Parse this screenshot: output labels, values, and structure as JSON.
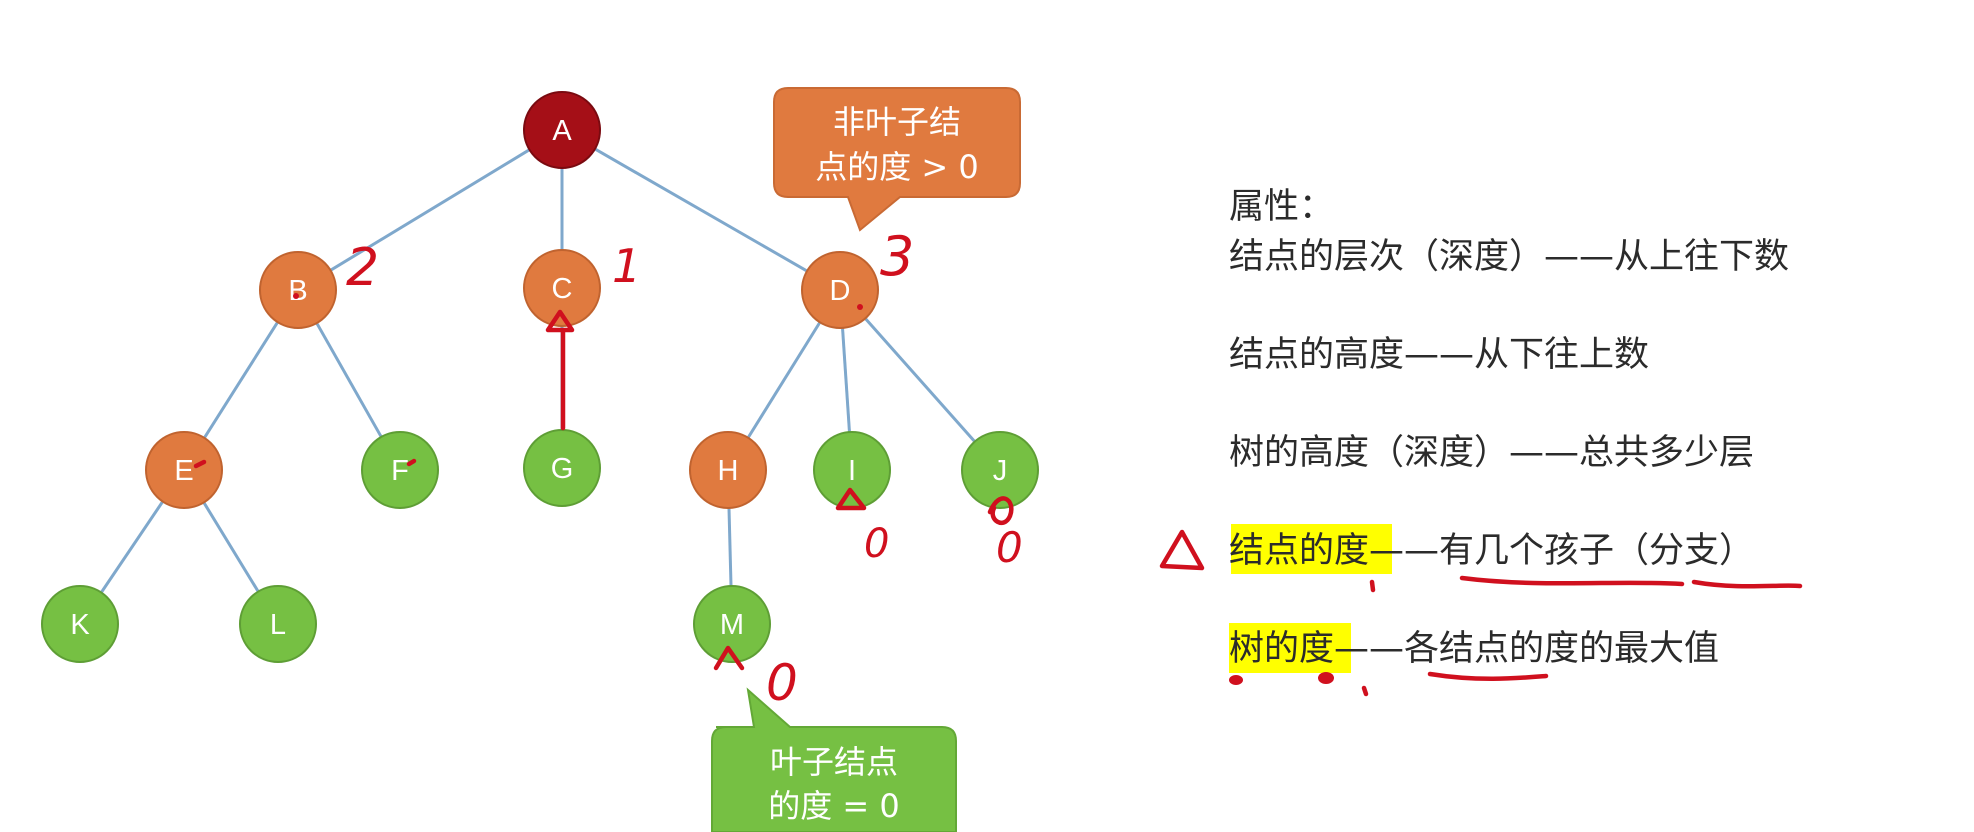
{
  "tree": {
    "nodes": [
      {
        "id": "A",
        "label": "A",
        "kind": "root"
      },
      {
        "id": "B",
        "label": "B",
        "kind": "internal"
      },
      {
        "id": "C",
        "label": "C",
        "kind": "internal"
      },
      {
        "id": "D",
        "label": "D",
        "kind": "internal"
      },
      {
        "id": "E",
        "label": "E",
        "kind": "internal"
      },
      {
        "id": "F",
        "label": "F",
        "kind": "leaf"
      },
      {
        "id": "G",
        "label": "G",
        "kind": "leaf"
      },
      {
        "id": "H",
        "label": "H",
        "kind": "internal"
      },
      {
        "id": "I",
        "label": "I",
        "kind": "leaf"
      },
      {
        "id": "J",
        "label": "J",
        "kind": "leaf"
      },
      {
        "id": "K",
        "label": "K",
        "kind": "leaf"
      },
      {
        "id": "L",
        "label": "L",
        "kind": "leaf"
      },
      {
        "id": "M",
        "label": "M",
        "kind": "leaf"
      }
    ],
    "edges": [
      [
        "A",
        "B"
      ],
      [
        "A",
        "C"
      ],
      [
        "A",
        "D"
      ],
      [
        "B",
        "E"
      ],
      [
        "B",
        "F"
      ],
      [
        "C",
        "G"
      ],
      [
        "D",
        "H"
      ],
      [
        "D",
        "I"
      ],
      [
        "D",
        "J"
      ],
      [
        "E",
        "K"
      ],
      [
        "E",
        "L"
      ],
      [
        "H",
        "M"
      ]
    ]
  },
  "callouts": {
    "nonleaf": {
      "line1": "非叶子结",
      "line2": "点的度 > 0"
    },
    "leaf": {
      "line1": "叶子结点",
      "line2": "的度 = 0"
    }
  },
  "properties": {
    "heading": "属性：",
    "items": [
      {
        "term": "结点的层次（深度）",
        "sep": "——",
        "desc": "从上往下数"
      },
      {
        "term": "结点的高度",
        "sep": "——",
        "desc": "从下往上数"
      },
      {
        "term": "树的高度（深度）",
        "sep": "——",
        "desc": "总共多少层"
      },
      {
        "term": "结点的度",
        "sep": "——",
        "desc": "有几个孩子（分支）"
      },
      {
        "term": "树的度",
        "sep": "——",
        "desc": "各结点的度的最大值"
      }
    ]
  },
  "annotations": {
    "degrees": [
      {
        "node": "B",
        "text": "2"
      },
      {
        "node": "C",
        "text": "1"
      },
      {
        "node": "D",
        "text": "3"
      },
      {
        "node": "I",
        "text": "0"
      },
      {
        "node": "J",
        "text": "0"
      },
      {
        "node": "M",
        "text": "0"
      }
    ]
  },
  "colors": {
    "root": "#a50f17",
    "internal": "#e07a3f",
    "leaf": "#76c043",
    "edge": "#7fa8cc",
    "ink": "#d0101e",
    "highlight": "#ffff00",
    "callout_orange": "#e07a3f",
    "callout_green": "#76c043"
  }
}
